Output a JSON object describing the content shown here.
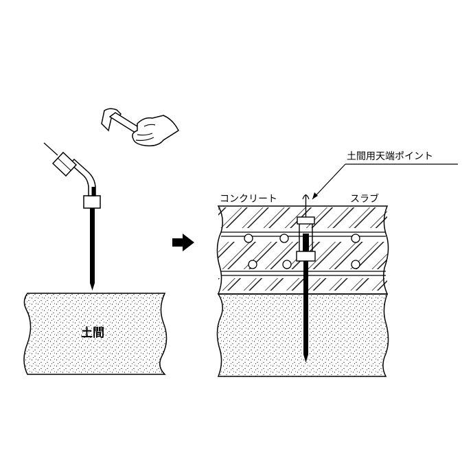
{
  "labels": {
    "ground": "土間",
    "concrete": "コンクリート",
    "slab": "スラブ",
    "product": "土間用天端ポイント"
  },
  "icons": {
    "hammer": "hammer-icon",
    "hand": "hand-icon",
    "arrow": "arrow-right-icon"
  },
  "colors": {
    "line": "#000000",
    "background": "#ffffff",
    "fill": "#ffffff"
  }
}
